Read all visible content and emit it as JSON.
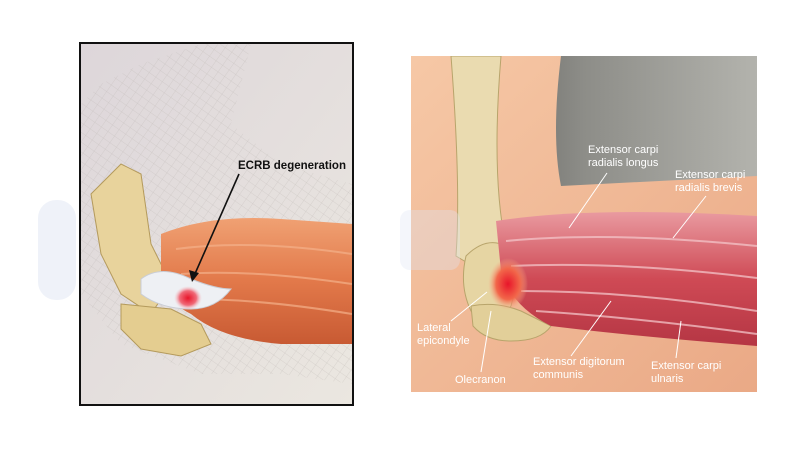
{
  "left_illustration": {
    "annotation": "ECRB degeneration"
  },
  "right_illustration": {
    "labels": {
      "ecrl": "Extensor carpi\nradialis longus",
      "ecrb": "Extensor carpi\nradialis brevis",
      "lateral_epicondyle": "Lateral\nepicondyle",
      "olecranon": "Olecranon",
      "edc": "Extensor digitorum\ncommunis",
      "ecu": "Extensor carpi\nulnaris"
    }
  },
  "colors": {
    "muscle": "#e27a4f",
    "muscle_right": "#cf4a55",
    "bone": "#e8d39c",
    "lesion": "#e8152a"
  }
}
